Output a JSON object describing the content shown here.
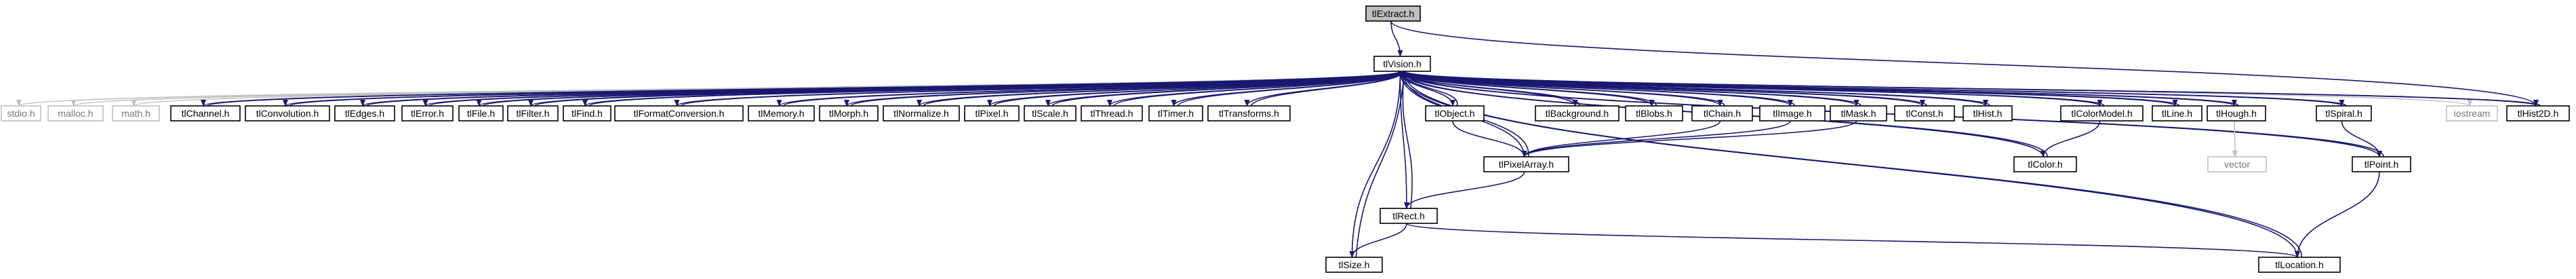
{
  "colors": {
    "edge": "#191970",
    "edge_ext": "#c0c0c0",
    "node_border": "#000000",
    "node_border_ext": "#bfbfbf",
    "root_fill": "#bfbfbf",
    "node_fill": "#ffffff"
  },
  "nodes": [
    {
      "id": "tlExtract",
      "label": "tlExtract.h",
      "kind": "root"
    },
    {
      "id": "tlVision",
      "label": "tlVision.h",
      "kind": "node"
    },
    {
      "id": "stdio",
      "label": "stdio.h",
      "kind": "ext"
    },
    {
      "id": "malloc",
      "label": "malloc.h",
      "kind": "ext"
    },
    {
      "id": "math",
      "label": "math.h",
      "kind": "ext"
    },
    {
      "id": "tlChannel",
      "label": "tlChannel.h",
      "kind": "node"
    },
    {
      "id": "tlConvolution",
      "label": "tlConvolution.h",
      "kind": "node"
    },
    {
      "id": "tlEdges",
      "label": "tlEdges.h",
      "kind": "node"
    },
    {
      "id": "tlError",
      "label": "tlError.h",
      "kind": "node"
    },
    {
      "id": "tlFile",
      "label": "tlFile.h",
      "kind": "node"
    },
    {
      "id": "tlFilter",
      "label": "tlFilter.h",
      "kind": "node"
    },
    {
      "id": "tlFind",
      "label": "tlFind.h",
      "kind": "node"
    },
    {
      "id": "tlFormatConversion",
      "label": "tlFormatConversion.h",
      "kind": "node"
    },
    {
      "id": "tlMemory",
      "label": "tlMemory.h",
      "kind": "node"
    },
    {
      "id": "tlMorph",
      "label": "tlMorph.h",
      "kind": "node"
    },
    {
      "id": "tlNormalize",
      "label": "tlNormalize.h",
      "kind": "node"
    },
    {
      "id": "tlPixel",
      "label": "tlPixel.h",
      "kind": "node"
    },
    {
      "id": "tlScale",
      "label": "tlScale.h",
      "kind": "node"
    },
    {
      "id": "tlThread",
      "label": "tlThread.h",
      "kind": "node"
    },
    {
      "id": "tlTimer",
      "label": "tlTimer.h",
      "kind": "node"
    },
    {
      "id": "tlTransforms",
      "label": "tlTransforms.h",
      "kind": "node"
    },
    {
      "id": "tlObject",
      "label": "tlObject.h",
      "kind": "node"
    },
    {
      "id": "tlBackground",
      "label": "tlBackground.h",
      "kind": "node"
    },
    {
      "id": "tlBlobs",
      "label": "tlBlobs.h",
      "kind": "node"
    },
    {
      "id": "tlChain",
      "label": "tlChain.h",
      "kind": "node"
    },
    {
      "id": "tlImage",
      "label": "tlImage.h",
      "kind": "node"
    },
    {
      "id": "tlMask",
      "label": "tlMask.h",
      "kind": "node"
    },
    {
      "id": "tlConst",
      "label": "tlConst.h",
      "kind": "node"
    },
    {
      "id": "tlHist",
      "label": "tlHist.h",
      "kind": "node"
    },
    {
      "id": "tlColorModel",
      "label": "tlColorModel.h",
      "kind": "node"
    },
    {
      "id": "tlLine",
      "label": "tlLine.h",
      "kind": "node"
    },
    {
      "id": "tlHough",
      "label": "tlHough.h",
      "kind": "node"
    },
    {
      "id": "tlSpiral",
      "label": "tlSpiral.h",
      "kind": "node"
    },
    {
      "id": "iostream",
      "label": "iostream",
      "kind": "ext"
    },
    {
      "id": "tlHist2D",
      "label": "tlHist2D.h",
      "kind": "node"
    },
    {
      "id": "tlPixelArray",
      "label": "tlPixelArray.h",
      "kind": "node"
    },
    {
      "id": "tlColor",
      "label": "tlColor.h",
      "kind": "node"
    },
    {
      "id": "vector",
      "label": "vector",
      "kind": "ext"
    },
    {
      "id": "tlPoint",
      "label": "tlPoint.h",
      "kind": "node"
    },
    {
      "id": "tlRect",
      "label": "tlRect.h",
      "kind": "node"
    },
    {
      "id": "tlSize",
      "label": "tlSize.h",
      "kind": "node"
    },
    {
      "id": "tlLocation",
      "label": "tlLocation.h",
      "kind": "node"
    }
  ],
  "edges": [
    [
      "tlExtract",
      "tlVision"
    ],
    [
      "tlExtract",
      "tlHist2D"
    ],
    [
      "tlVision",
      "stdio"
    ],
    [
      "tlVision",
      "malloc"
    ],
    [
      "tlVision",
      "math"
    ],
    [
      "tlVision",
      "tlChannel"
    ],
    [
      "tlVision",
      "tlConvolution"
    ],
    [
      "tlVision",
      "tlEdges"
    ],
    [
      "tlVision",
      "tlError"
    ],
    [
      "tlVision",
      "tlFile"
    ],
    [
      "tlVision",
      "tlFilter"
    ],
    [
      "tlVision",
      "tlFind"
    ],
    [
      "tlVision",
      "tlFormatConversion"
    ],
    [
      "tlVision",
      "tlMemory"
    ],
    [
      "tlVision",
      "tlMorph"
    ],
    [
      "tlVision",
      "tlNormalize"
    ],
    [
      "tlVision",
      "tlPixel"
    ],
    [
      "tlVision",
      "tlScale"
    ],
    [
      "tlVision",
      "tlThread"
    ],
    [
      "tlVision",
      "tlTimer"
    ],
    [
      "tlVision",
      "tlTransforms"
    ],
    [
      "tlVision",
      "tlObject"
    ],
    [
      "tlVision",
      "tlBackground"
    ],
    [
      "tlVision",
      "tlBlobs"
    ],
    [
      "tlVision",
      "tlChain"
    ],
    [
      "tlVision",
      "tlImage"
    ],
    [
      "tlVision",
      "tlMask"
    ],
    [
      "tlVision",
      "tlConst"
    ],
    [
      "tlVision",
      "tlHist"
    ],
    [
      "tlVision",
      "tlColorModel"
    ],
    [
      "tlVision",
      "tlLine"
    ],
    [
      "tlVision",
      "tlHough"
    ],
    [
      "tlVision",
      "tlSpiral"
    ],
    [
      "tlVision",
      "iostream"
    ],
    [
      "tlVision",
      "tlHist2D"
    ],
    [
      "tlVision",
      "tlPixelArray"
    ],
    [
      "tlVision",
      "tlColor"
    ],
    [
      "tlVision",
      "tlPoint"
    ],
    [
      "tlVision",
      "tlRect"
    ],
    [
      "tlVision",
      "tlSize"
    ],
    [
      "tlVision",
      "tlLocation"
    ],
    [
      "tlChannel",
      "tlVision"
    ],
    [
      "tlConvolution",
      "tlVision"
    ],
    [
      "tlEdges",
      "tlVision"
    ],
    [
      "tlError",
      "tlVision"
    ],
    [
      "tlFile",
      "tlVision"
    ],
    [
      "tlFilter",
      "tlVision"
    ],
    [
      "tlFind",
      "tlVision"
    ],
    [
      "tlFormatConversion",
      "tlVision"
    ],
    [
      "tlMemory",
      "tlVision"
    ],
    [
      "tlMorph",
      "tlVision"
    ],
    [
      "tlNormalize",
      "tlVision"
    ],
    [
      "tlPixel",
      "tlVision"
    ],
    [
      "tlScale",
      "tlVision"
    ],
    [
      "tlThread",
      "tlVision"
    ],
    [
      "tlTimer",
      "tlVision"
    ],
    [
      "tlTransforms",
      "tlVision"
    ],
    [
      "tlObject",
      "tlVision"
    ],
    [
      "tlBackground",
      "tlVision"
    ],
    [
      "tlBlobs",
      "tlVision"
    ],
    [
      "tlChain",
      "tlVision"
    ],
    [
      "tlImage",
      "tlVision"
    ],
    [
      "tlMask",
      "tlVision"
    ],
    [
      "tlConst",
      "tlVision"
    ],
    [
      "tlHist",
      "tlVision"
    ],
    [
      "tlColorModel",
      "tlVision"
    ],
    [
      "tlLine",
      "tlVision"
    ],
    [
      "tlHough",
      "tlVision"
    ],
    [
      "tlSpiral",
      "tlVision"
    ],
    [
      "tlHist2D",
      "tlVision"
    ],
    [
      "tlPixelArray",
      "tlVision"
    ],
    [
      "tlColor",
      "tlVision"
    ],
    [
      "tlPoint",
      "tlVision"
    ],
    [
      "tlRect",
      "tlVision"
    ],
    [
      "tlSize",
      "tlVision"
    ],
    [
      "tlLocation",
      "tlVision"
    ],
    [
      "tlObject",
      "tlPixelArray"
    ],
    [
      "tlChain",
      "tlPixelArray"
    ],
    [
      "tlImage",
      "tlPixelArray"
    ],
    [
      "tlMask",
      "tlPixelArray"
    ],
    [
      "tlColorModel",
      "tlColor"
    ],
    [
      "tlHough",
      "vector"
    ],
    [
      "tlSpiral",
      "tlPoint"
    ],
    [
      "tlPixelArray",
      "tlRect"
    ],
    [
      "tlRect",
      "tlSize"
    ],
    [
      "tlRect",
      "tlLocation"
    ],
    [
      "tlPoint",
      "tlLocation"
    ]
  ]
}
